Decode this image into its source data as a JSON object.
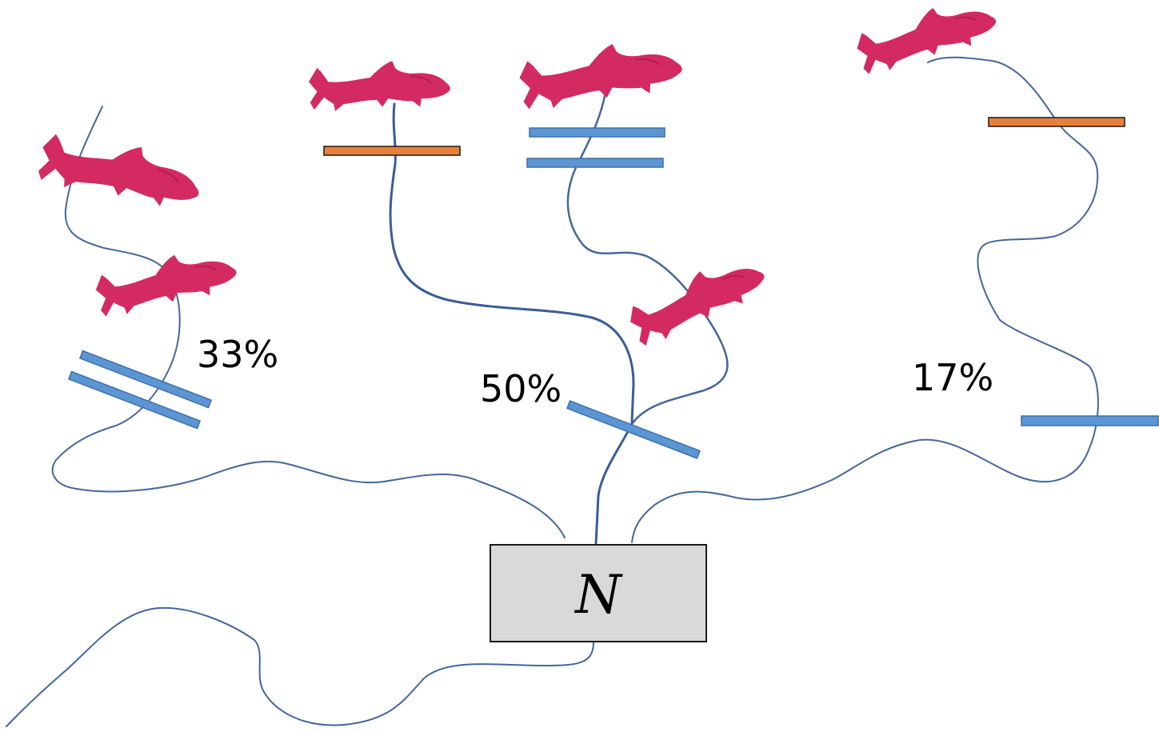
{
  "colors": {
    "background": "#ffffff",
    "river": "#44679a",
    "main_stem": "#3a5d96",
    "fish": "#d42a62",
    "fish_dark": "#b01c4d",
    "barrier_blue": "#5b96d3",
    "barrier_orange": "#e8803a",
    "node_fill": "#d9d9d9"
  },
  "icons": {
    "fish": "fish-icon",
    "barrier_blue": "blue-barrier-bar",
    "barrier_orange": "orange-barrier-bar"
  },
  "node": {
    "label": "N"
  },
  "branches": [
    {
      "label": "33%"
    },
    {
      "label": "50%"
    },
    {
      "label": "17%"
    }
  ]
}
